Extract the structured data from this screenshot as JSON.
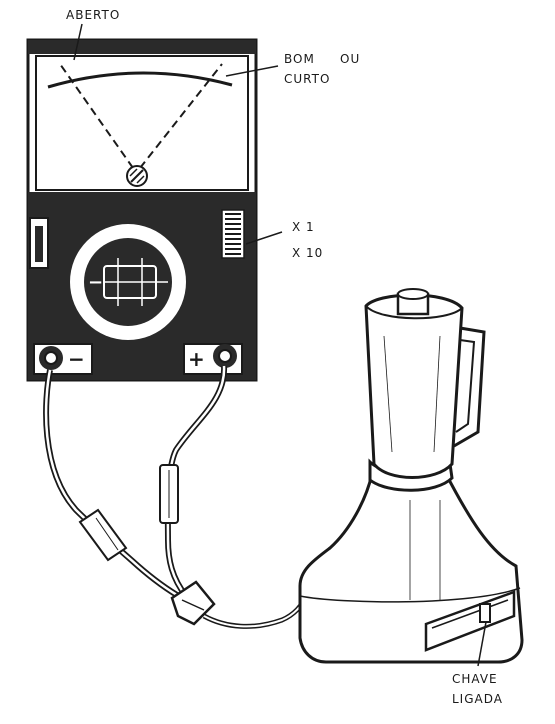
{
  "labels": {
    "open": "ABERTO",
    "good": "BOM",
    "or": "OU",
    "short": "CURTO",
    "x1": "X 1",
    "x10": "X 10",
    "switch_line1": "CHAVE",
    "switch_line2": "LIGADA"
  },
  "meter": {
    "minus_symbol": "−",
    "plus_symbol": "+",
    "knob_minus": "−"
  },
  "colors": {
    "ink": "#1a1a1a",
    "meter_body": "#2a2a2a",
    "paper": "#ffffff"
  }
}
